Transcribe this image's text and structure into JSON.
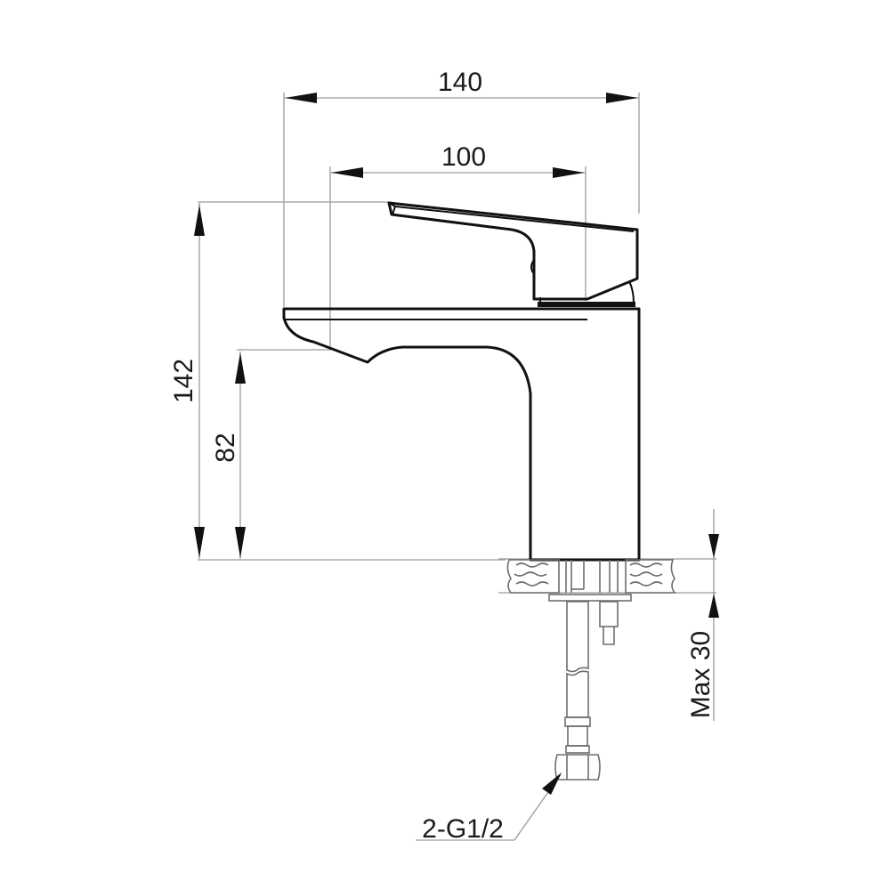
{
  "drawing": {
    "title": "Basin mixer tap — side elevation dimension drawing",
    "units": "mm",
    "colors": {
      "line": "#111111",
      "dimension_line": "#9a9a9a",
      "background": "#ffffff"
    }
  },
  "dimensions": {
    "overall_length": {
      "label": "140",
      "orientation": "horizontal"
    },
    "spout_reach": {
      "label": "100",
      "orientation": "horizontal"
    },
    "overall_height": {
      "label": "142",
      "orientation": "vertical"
    },
    "spout_height": {
      "label": "82",
      "orientation": "vertical"
    },
    "max_deck_thickness": {
      "label": "Max 30",
      "orientation": "vertical"
    }
  },
  "callouts": {
    "connection": {
      "label": "2-G1/2",
      "target": "flexible hose nut"
    }
  },
  "components": [
    "lever-handle",
    "tap-body",
    "spout",
    "countertop-section",
    "mounting-stud",
    "flexible-hose",
    "hose-nut"
  ]
}
